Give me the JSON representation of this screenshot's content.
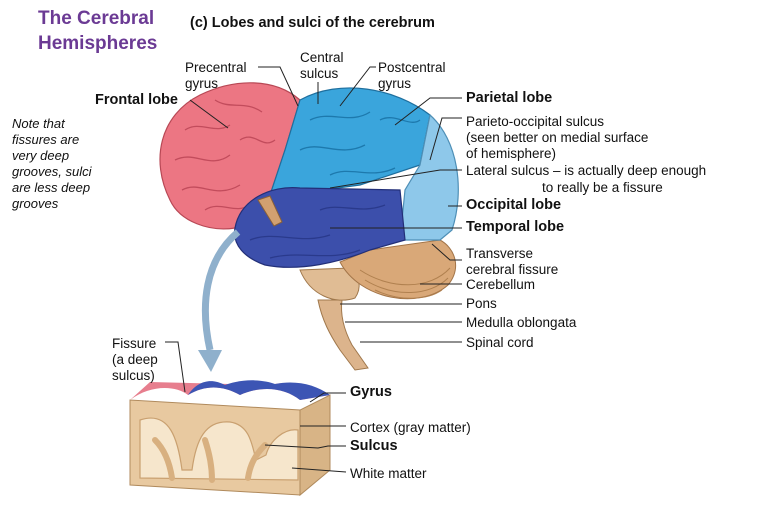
{
  "header": {
    "title_line1": "The Cerebral",
    "title_line2": "Hemispheres",
    "subtitle": "(c) Lobes and sulci of the cerebrum"
  },
  "note": {
    "line1": "Note that",
    "line2": "fissures are",
    "line3": "very deep",
    "line4": "grooves, sulci",
    "line5": "are less deep",
    "line6": "grooves"
  },
  "labels": {
    "precentral_gyrus_1": "Precentral",
    "precentral_gyrus_2": "gyrus",
    "central_sulcus_1": "Central",
    "central_sulcus_2": "sulcus",
    "postcentral_gyrus_1": "Postcentral",
    "postcentral_gyrus_2": "gyrus",
    "frontal_lobe": "Frontal lobe",
    "parietal_lobe": "Parietal lobe",
    "parieto_occipital_1": "Parieto-occipital sulcus",
    "parieto_occipital_2": "(seen better on medial surface",
    "parieto_occipital_3": "of hemisphere)",
    "lateral_sulcus_1": "Lateral sulcus – is actually deep enough",
    "lateral_sulcus_2": "to really be a fissure",
    "occipital_lobe": "Occipital lobe",
    "temporal_lobe": "Temporal lobe",
    "transverse_fissure_1": "Transverse",
    "transverse_fissure_2": "cerebral fissure",
    "cerebellum": "Cerebellum",
    "pons": "Pons",
    "medulla": "Medulla oblongata",
    "spinal_cord": "Spinal cord",
    "fissure_1": "Fissure",
    "fissure_2": "(a deep",
    "fissure_3": "sulcus)",
    "gyrus": "Gyrus",
    "cortex": "Cortex (gray matter)",
    "sulcus": "Sulcus",
    "white_matter": "White matter"
  },
  "colors": {
    "frontal": "#e8707c",
    "parietal": "#3aa0d8",
    "occipital": "#8ec8e8",
    "temporal": "#3c4fa8",
    "cerebellum": "#d8a878",
    "brainstem": "#d9b48a",
    "title": "#6b3a94"
  }
}
